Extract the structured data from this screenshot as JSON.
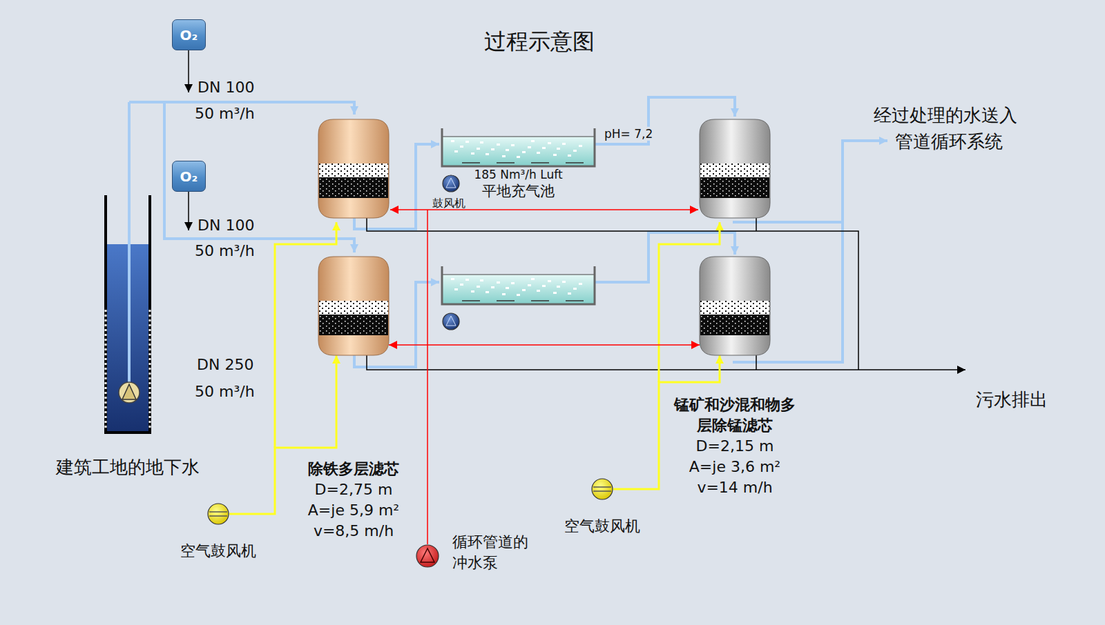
{
  "diagram": {
    "title": "过程示意图",
    "nodes": [
      {
        "text": [
          "O₂"
        ]
      },
      {
        "text": [
          "O₂"
        ]
      },
      {
        "text": [
          "建筑工地的地下水"
        ]
      },
      {
        "text": [
          "185 Nm³/h Luft",
          "平地充气池"
        ]
      },
      {
        "text": [
          "鼓风机"
        ]
      },
      {
        "text": [
          "除铁多层滤芯",
          "D=2,75 m",
          "A=je 5,9 m²",
          "v=8,5 m/h"
        ]
      },
      {
        "text": [
          "锰矿和沙混和物多",
          "层除锰滤芯",
          "D=2,15 m",
          "A=je 3,6 m²",
          "v=14 m/h"
        ]
      },
      {
        "text": [
          "空气鼓风机"
        ]
      },
      {
        "text": [
          "空气鼓风机"
        ]
      },
      {
        "text": [
          "循环管道的",
          "冲水泵"
        ]
      }
    ],
    "edges": [
      {
        "from": 7,
        "to": 5,
        "arrow": "to"
      },
      {
        "from": 8,
        "to": 6,
        "arrow": "to"
      },
      {
        "from": 5,
        "to": 6,
        "arrow": "both"
      }
    ],
    "labels": [
      "DN 100",
      "50 m³/h",
      "DN 100",
      "50 m³/h",
      "DN 250",
      "50 m³/h",
      "pH= 7,2",
      "经过处理的水送入",
      "管道循环系统",
      "污水排出"
    ]
  }
}
